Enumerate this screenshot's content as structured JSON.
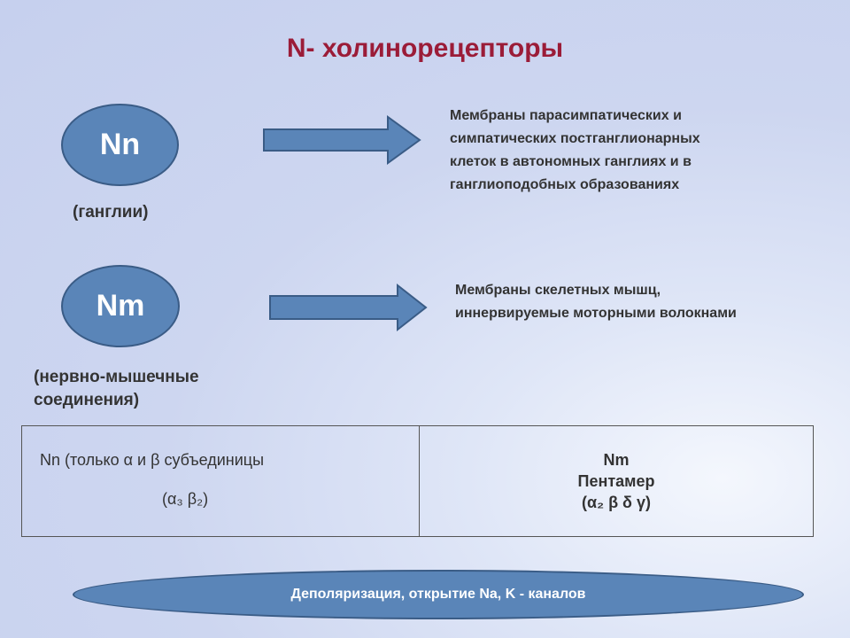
{
  "slide": {
    "title": "N- холинорецепторы",
    "nn": {
      "oval_label": "Nn",
      "location_label": "(ганглии)",
      "desc_lines": [
        "Мембраны парасимпатических и",
        "симпатических постганглионарных",
        "клеток в автономных ганглиях и в",
        "ганглиоподобных образованиях"
      ]
    },
    "nm": {
      "oval_label": "Nm",
      "location_lines": [
        "(нервно-мышечные",
        "соединения)"
      ],
      "desc_lines": [
        "Мембраны скелетных мышц,",
        "иннервируемые моторными волокнами"
      ]
    },
    "table": {
      "left_line1": "Nn (только α и β субъединицы",
      "left_line2": "(α₃ β₂)",
      "right_line1": "Nm",
      "right_line2": "Пентамер",
      "right_line3": "(α₂ β δ γ)"
    },
    "footer": "Деполяризация, открытие Na, K - каналов"
  },
  "colors": {
    "title": "#9b1c38",
    "oval_fill": "#5a85b8",
    "oval_border": "#3a5c86",
    "text": "#333333"
  }
}
